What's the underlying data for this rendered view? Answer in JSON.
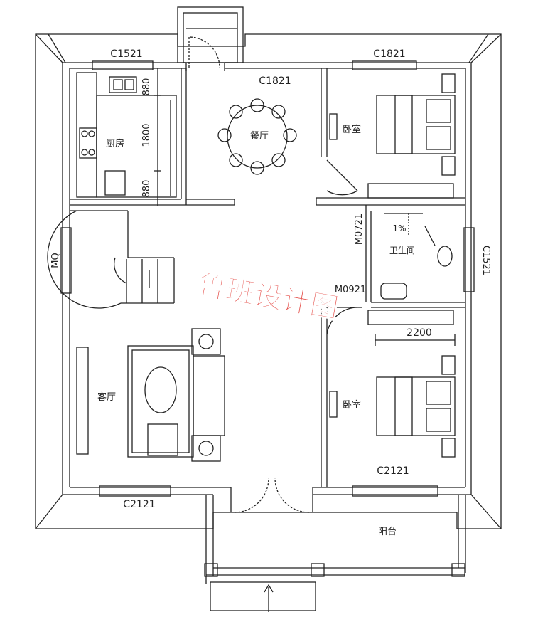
{
  "rooms": {
    "kitchen": "厨房",
    "dining": "餐厅",
    "bedroom_upper": "卧室",
    "bedroom_lower": "卧室",
    "bathroom": "卫生间",
    "living": "客厅",
    "balcony": "阳台"
  },
  "windows": {
    "kitchen_top": "C1521",
    "bedroom_upper_top": "C1821",
    "dining": "C1821",
    "bathroom_right": "C1521",
    "bedroom_lower": "C2121",
    "living_bottom": "C2121",
    "left_wall": "MQ"
  },
  "doors": {
    "bathroom": "M0721",
    "bedroom_lower": "M0921"
  },
  "dimensions": {
    "kitchen_top": "880",
    "kitchen_mid": "1800",
    "kitchen_bottom": "880",
    "wardrobe_width": "2200"
  },
  "slope": "1%",
  "watermark": "鲁班设计图",
  "colors": {
    "line": "#222222",
    "watermark": "#e0302a"
  }
}
